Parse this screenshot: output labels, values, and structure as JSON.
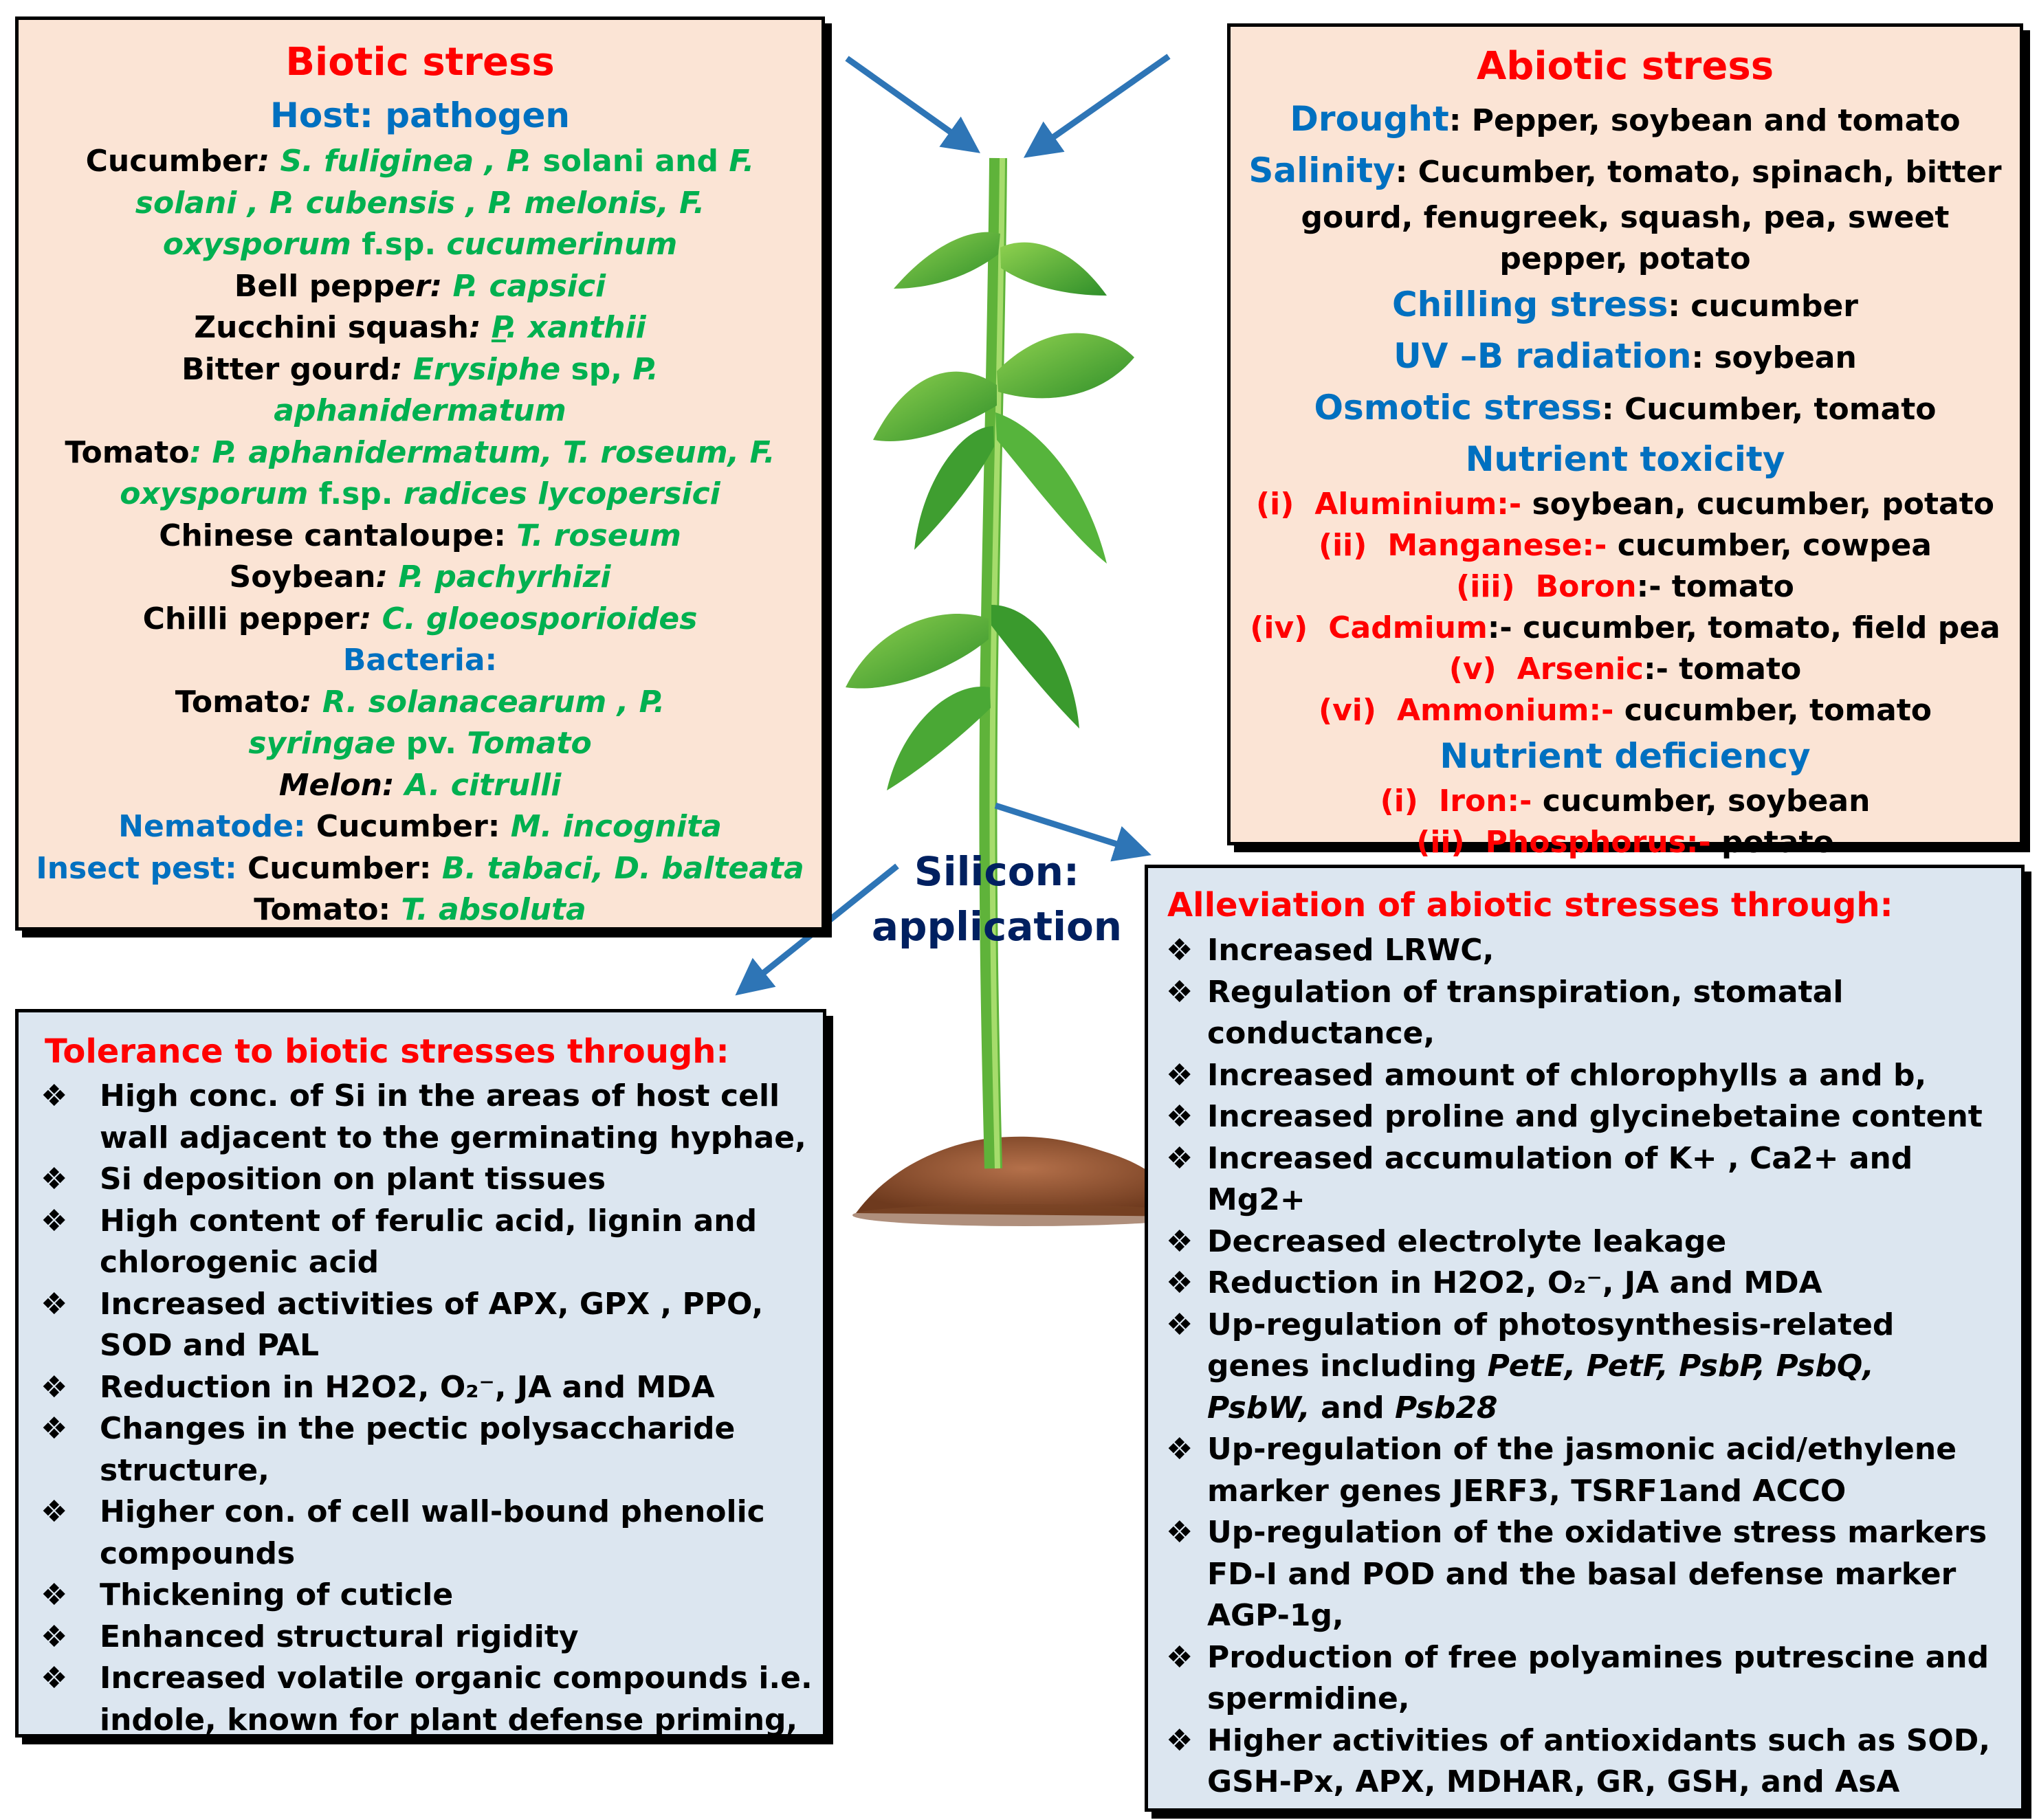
{
  "biotic": {
    "title": "Biotic stress",
    "subtitle": "Host: pathogen",
    "cucumber": {
      "host": "Cucumber",
      "sep": ": ",
      "p1": "S. fuliginea",
      "p2": " , ",
      "p3": "P.",
      "p4": " solani and ",
      "p5": "F.",
      "p6": "solani",
      "p7": " , ",
      "p8": "P. cubensis",
      "p9": " , ",
      "p10": "P. melonis, F.",
      "p11": "oxysporum",
      "p12": " f.sp. ",
      "p13": "cucumerinum"
    },
    "bell_pepper": {
      "host1": "Bell pepp",
      "host2": "er",
      "sep": ": ",
      "pathogen": "P. capsici"
    },
    "zucchini": {
      "host": "Zucchini squash",
      "sep": ": ",
      "p1": "P",
      "p2": ". xanthii"
    },
    "bitter_gourd": {
      "host": "Bitter gourd",
      "sep": ": ",
      "p1": "Erysiphe",
      "p2": " sp, ",
      "p3": "P.",
      "p4": "aphanidermatum"
    },
    "tomato": {
      "host": "Tomato",
      "sep": ": ",
      "p1": "P. aphanidermatum, T. roseum, F.",
      "p2": "oxysporum",
      "p3": " f.sp. ",
      "p4": "radices lycopersici"
    },
    "cantaloupe": {
      "host": "Chinese cantaloupe: ",
      "pathogen": "T. roseum"
    },
    "soybean": {
      "host": "Soybean",
      "sep": ": ",
      "pathogen": "P. pachyrhizi"
    },
    "chilli": {
      "host": "Chilli pepper",
      "sep": ": ",
      "pathogen": "C. gloeosporioides"
    },
    "bacteria_heading": "Bacteria:",
    "bact_tomato": {
      "host": "Tomato",
      "sep": ": ",
      "p1": "R.  solanacearum",
      "p2": " , ",
      "p3": "P.",
      "p4": "syringae",
      "p5": " pv. ",
      "p6": "Tomato"
    },
    "melon": {
      "host": "Melon",
      "sep": ": ",
      "pathogen": "A. citrulli"
    },
    "nematode": {
      "label": "Nematode",
      "sep": ": ",
      "host": "Cucumber",
      "sep2": ": ",
      "pathogen": "M. incognita"
    },
    "insect": {
      "label": "Insect pest",
      "sep": ": ",
      "host": "Cucumber",
      "sep2": ": ",
      "pathogen": "B. tabaci, D. balteata"
    },
    "insect_tomato": {
      "host": "Tomato",
      "sep": ": ",
      "pathogen": "T. absoluta"
    }
  },
  "abiotic": {
    "title": "Abiotic stress",
    "drought": {
      "label": "Drought",
      "text": ": Pepper, soybean and tomato"
    },
    "salinity": {
      "label": "Salinity",
      "text1": ": Cucumber, tomato, spinach, bitter",
      "text2": "gourd, fenugreek, squash, pea, sweet",
      "text3": "pepper, potato"
    },
    "chilling": {
      "label": "Chilling stress",
      "text": ": cucumber"
    },
    "uvb": {
      "label": "UV –B radiation",
      "text": ": soybean"
    },
    "osmotic": {
      "label": "Osmotic stress",
      "text": ": Cucumber, tomato"
    },
    "toxicity_heading": "Nutrient toxicity",
    "toxicity": [
      {
        "num": "(i)",
        "name": "Aluminium:-",
        "hosts": " soybean, cucumber, potato"
      },
      {
        "num": "(ii)",
        "name": "Manganese:-",
        "hosts": " cucumber, cowpea"
      },
      {
        "num": "(iii)",
        "name": "Boron",
        "hosts": ":- tomato"
      },
      {
        "num": "(iv)",
        "name": "Cadmium",
        "hosts": ":- cucumber, tomato, field pea"
      },
      {
        "num": "(v)",
        "name": "Arsenic",
        "hosts": ":- tomato"
      },
      {
        "num": "(vi)",
        "name": "Ammonium:-",
        "hosts": " cucumber, tomato"
      }
    ],
    "deficiency_heading": "Nutrient deficiency",
    "deficiency": [
      {
        "num": "(i)",
        "name": "Iron:-",
        "hosts": " cucumber, soybean"
      },
      {
        "num": "(ii)",
        "name": "Phosphorus:-",
        "hosts": " potato"
      }
    ]
  },
  "center": {
    "line1": "Silicon:",
    "line2": "application"
  },
  "tolerance": {
    "title": "Tolerance to biotic stresses  through:",
    "bullet": "❖",
    "items": [
      [
        "High conc. of Si in the areas of host cell",
        "wall adjacent to the germinating hyphae,"
      ],
      [
        "Si deposition on plant tissues"
      ],
      [
        "High content of ferulic acid, lignin and",
        "chlorogenic acid"
      ],
      [
        "Increased activities of APX, GPX , PPO,",
        "SOD and PAL"
      ],
      [
        "Reduction in H2O2, O₂⁻, JA and MDA"
      ],
      [
        "Changes in the pectic polysaccharide",
        "structure,"
      ],
      [
        "Higher con. of cell wall-bound phenolic",
        "compounds"
      ],
      [
        "Thickening of cuticle"
      ],
      [
        "Enhanced structural rigidity"
      ],
      [
        "Increased volatile organic compounds i.e.",
        "indole, known for plant defense priming,"
      ]
    ]
  },
  "alleviation": {
    "title": "Alleviation of abiotic stresses  through:",
    "bullet": "❖",
    "items": [
      [
        "Increased LRWC,"
      ],
      [
        "Regulation of transpiration, stomatal",
        "conductance,"
      ],
      [
        "Increased amount of chlorophylls a and b,"
      ],
      [
        "Increased proline and glycinebetaine content"
      ],
      [
        "Increased accumulation of K+ , Ca2+ and",
        "Mg2+"
      ],
      [
        "Decreased electrolyte leakage"
      ],
      [
        "Reduction in H2O2, O₂⁻, JA and MDA"
      ],
      [
        "Up-regulation of the jasmonic acid/ethylene",
        "marker genes JERF3, TSRF1and ACCO"
      ],
      [
        " Up-regulation of the oxidative stress markers",
        "FD-I and POD and the basal defense marker",
        "AGP-1g,"
      ],
      [
        "Production of free polyamines putrescine and",
        "spermidine,"
      ],
      [
        "Higher activities of antioxidants such as SOD,",
        "GSH-Px, APX, MDHAR, GR, GSH, and AsA"
      ]
    ],
    "photo": {
      "l1": "Up-regulation of photosynthesis-related",
      "l2a": "genes including ",
      "genes1": "PetE, PetF, PsbP, PsbQ,",
      "genes2": "PsbW,",
      "and": " and ",
      "genes3": "Psb28"
    }
  },
  "colors": {
    "red": "#ff0000",
    "blue": "#0070c0",
    "green": "#00b050",
    "navy": "#002060",
    "peach": "#fbe4d5",
    "light_blue": "#dce6f0",
    "arrow": "#2e75b6"
  }
}
